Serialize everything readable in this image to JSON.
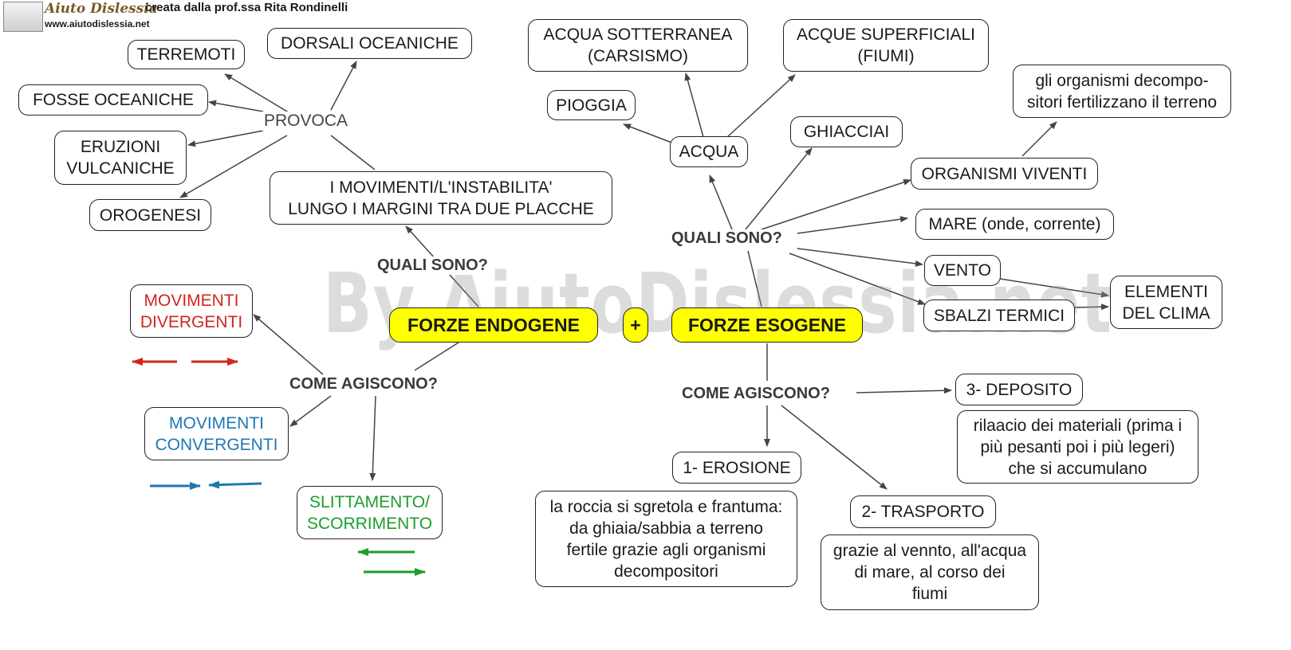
{
  "header": {
    "logo_title": "Aiuto Dislessia",
    "logo_url": "www.aiutodislessia.net",
    "credit": "creata dalla prof.ssa Rita Rondinelli"
  },
  "watermark": "By AiutoDislessia.net",
  "central": {
    "endogene": "FORZE ENDOGENE",
    "plus": "+",
    "esogene": "FORZE ESOGENE"
  },
  "endogene": {
    "quali_sono": "QUALI SONO?",
    "movimenti": [
      "I MOVIMENTI/L'INSTABILITA'",
      "LUNGO I MARGINI TRA DUE PLACCHE"
    ],
    "provoca": "PROVOCA",
    "effetti": {
      "terremoti": "TERREMOTI",
      "dorsali": "DORSALI OCEANICHE",
      "fosse": "FOSSE OCEANICHE",
      "eruzioni": [
        "ERUZIONI",
        "VULCANICHE"
      ],
      "orogenesi": "OROGENESI"
    },
    "come_agiscono": "COME AGISCONO?",
    "divergenti": [
      "MOVIMENTI",
      "DIVERGENTI"
    ],
    "convergenti": [
      "MOVIMENTI",
      "CONVERGENTI"
    ],
    "slittamento": [
      "SLITTAMENTO/",
      "SCORRIMENTO"
    ]
  },
  "esogene": {
    "quali_sono": "QUALI SONO?",
    "acqua": "ACQUA",
    "pioggia": "PIOGGIA",
    "sotterranea": [
      "ACQUA SOTTERRANEA",
      "(CARSISMO)"
    ],
    "superficiali": [
      "ACQUE SUPERFICIALI",
      "(FIUMI)"
    ],
    "ghiacciai": "GHIACCIAI",
    "organismi": "ORGANISMI VIVENTI",
    "organismi_note": [
      "gli organismi decompo-",
      "sitori fertilizzano il terreno"
    ],
    "mare": "MARE (onde, corrente)",
    "vento": "VENTO",
    "sbalzi": "SBALZI TERMICI",
    "clima": [
      "ELEMENTI",
      "DEL CLIMA"
    ],
    "come_agiscono": "COME AGISCONO?",
    "erosione": "1- EROSIONE",
    "erosione_note": [
      "la roccia si sgretola e frantuma:",
      "da ghiaia/sabbia a terreno",
      "fertile grazie agli organismi",
      "decompositori"
    ],
    "trasporto": "2- TRASPORTO",
    "trasporto_note": [
      "grazie al vennto, all'acqua",
      "di mare, al corso dei",
      "fiumi"
    ],
    "deposito": "3- DEPOSITO",
    "deposito_note": [
      "rilaacio dei materiali (prima i",
      "più pesanti poi i più legeri)",
      "che si accumulano"
    ]
  },
  "colors": {
    "highlight": "#ffff00",
    "divergent": "#d0261d",
    "convergent": "#1f78b4",
    "transform": "#1b9e2b",
    "line": "#444444"
  }
}
